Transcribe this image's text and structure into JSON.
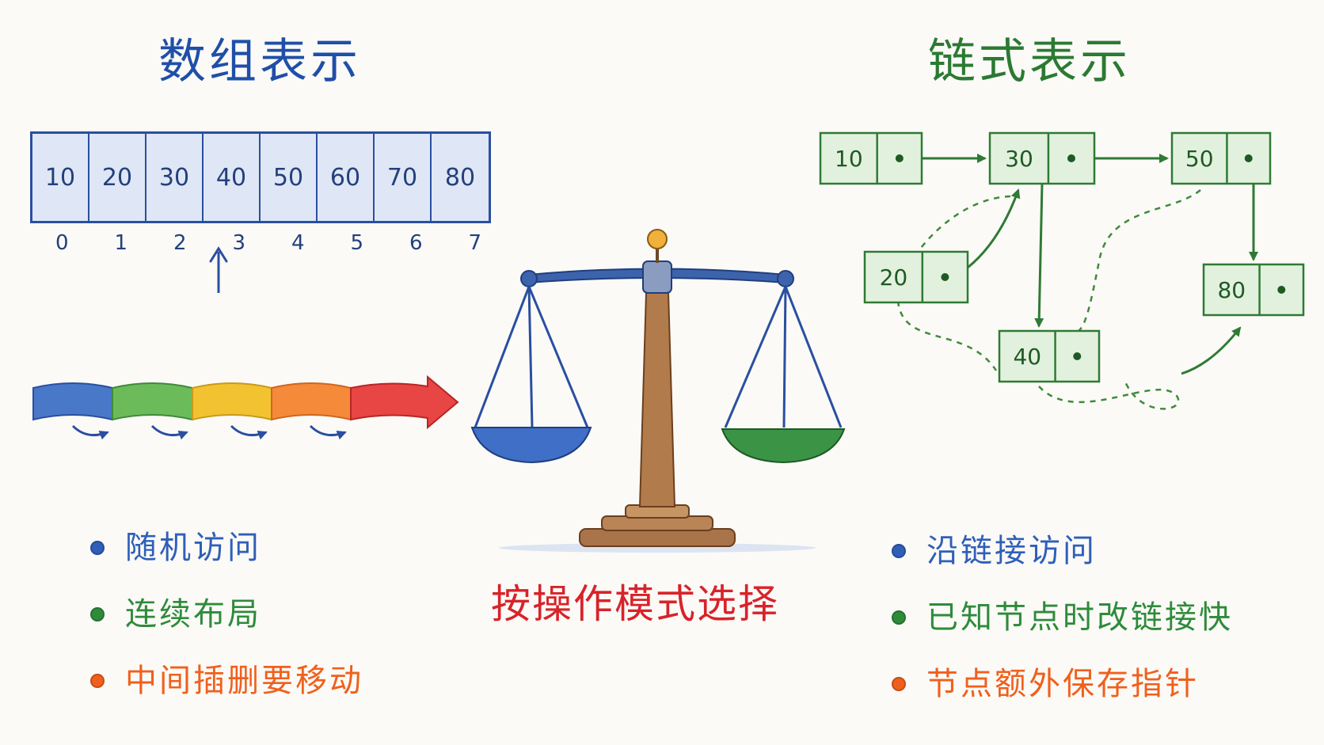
{
  "array_section": {
    "title": "数组表示",
    "cells": [
      "10",
      "20",
      "30",
      "40",
      "50",
      "60",
      "70",
      "80"
    ],
    "indices": [
      "0",
      "1",
      "2",
      "3",
      "4",
      "5",
      "6",
      "7"
    ],
    "bullets": [
      {
        "text": "随机访问",
        "color": "#2f5fb8"
      },
      {
        "text": "连续布局",
        "color": "#2e8b3a"
      },
      {
        "text": "中间插删要移动",
        "color": "#f0601c"
      }
    ]
  },
  "linked_section": {
    "title": "链式表示",
    "nodes": [
      {
        "id": "n10",
        "value": "10"
      },
      {
        "id": "n30",
        "value": "30"
      },
      {
        "id": "n50",
        "value": "50"
      },
      {
        "id": "n20",
        "value": "20"
      },
      {
        "id": "n40",
        "value": "40"
      },
      {
        "id": "n80",
        "value": "80"
      }
    ],
    "links": [
      {
        "from": "n10",
        "to": "n30"
      },
      {
        "from": "n30",
        "to": "n50"
      },
      {
        "from": "n20",
        "to": "n30"
      },
      {
        "from": "n30",
        "to": "n40"
      },
      {
        "from": "n50",
        "to": "n80"
      },
      {
        "from": "n40",
        "to": "n80"
      }
    ],
    "bullets": [
      {
        "text": "沿链接访问",
        "color": "#2f5fb8"
      },
      {
        "text": "已知节点时改链接快",
        "color": "#2e8b3a"
      },
      {
        "text": "节点额外保存指针",
        "color": "#f0601c"
      }
    ]
  },
  "verdict": "按操作模式选择",
  "colors": {
    "array_blue": "#1f4fa8",
    "linked_green": "#2b7a32",
    "verdict_red": "#d8232a",
    "flow_segments": [
      "#4a78c8",
      "#6cbb5a",
      "#f2c230",
      "#f48a3a",
      "#e84545"
    ]
  }
}
